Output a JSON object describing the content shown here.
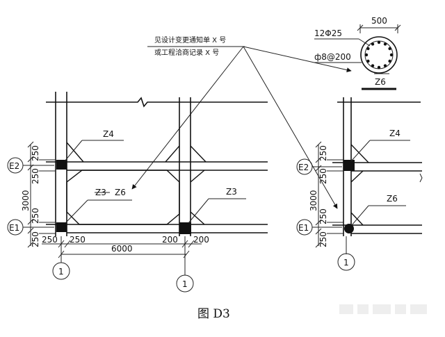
{
  "note": {
    "line1": "见设计变更通知单 X 号",
    "line2": "或工程洽商记录 X 号"
  },
  "detail": {
    "width": "500",
    "main_bars": "12Φ25",
    "stirrups": "ф8@200",
    "name": "Z6"
  },
  "left_plan": {
    "axes": {
      "upper": "E2",
      "lower": "E1",
      "grid_a": "1",
      "grid_b": "1"
    },
    "columns": {
      "upper_left": "Z4",
      "lower_left_old": "Z3",
      "lower_left_new": "Z6",
      "lower_mid": "Z3"
    },
    "dims": {
      "v_upper_top": "250",
      "v_upper_bot": "250",
      "v_span": "3000",
      "v_lower_top": "250",
      "v_lower_bot": "250",
      "h_left_a": "250",
      "h_left_b": "250",
      "h_span": "6000",
      "h_mid_a": "200",
      "h_mid_b": "200"
    }
  },
  "right_plan": {
    "axes": {
      "upper": "E2",
      "lower": "E1",
      "grid": "1"
    },
    "columns": {
      "upper": "Z4",
      "lower": "Z6"
    },
    "dims": {
      "v_upper_top": "250",
      "v_upper_bot": "250",
      "v_span": "3000",
      "v_lower_top": "250",
      "v_lower_bot": "250"
    }
  },
  "caption": "图 D3"
}
